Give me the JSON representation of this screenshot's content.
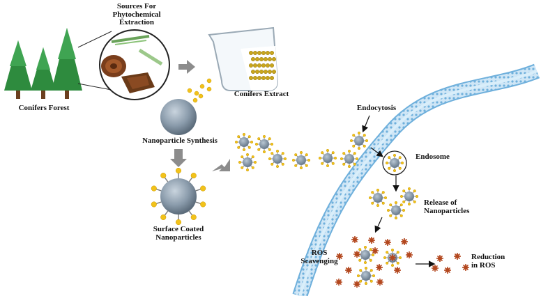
{
  "labels": {
    "sources": "Sources For",
    "sources_line2": "Phytochemical",
    "sources_line3": "Extraction",
    "forest": "Conifers Forest",
    "extract": "Conifers Extract",
    "synthesis": "Nanoparticle Synthesis",
    "coated_line1": "Surface Coated",
    "coated_line2": "Nanoparticles",
    "endocytosis": "Endocytosis",
    "endosome": "Endosome",
    "release_line1": "Release of",
    "release_line2": "Nanoparticles",
    "ros_line1": "ROS",
    "ros_line2": "Scavenging",
    "reduction_line1": "Reduction",
    "reduction_line2": "in ROS"
  },
  "colors": {
    "tree_green": "#2e8b3e",
    "nanoparticle": "#8a9bab",
    "ligand": "#f2c21a",
    "membrane": "#9cc9e8",
    "ros": "#b3471e",
    "arrow": "#8c8c8c"
  },
  "icons": {
    "tree": "conifer-tree-icon",
    "beaker": "beaker-icon",
    "pinecone": "pinecone-icon"
  }
}
